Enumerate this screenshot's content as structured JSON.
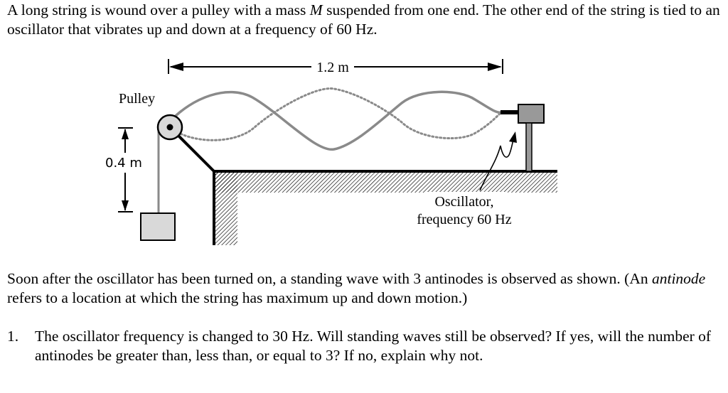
{
  "intro": {
    "part1": "A long string is wound over a pulley with a mass ",
    "mass_symbol": "M",
    "part2": " suspended from one end.  The other end of the string is tied to an oscillator that vibrates up and down at a frequency of 60 Hz."
  },
  "figure": {
    "length_label": "1.2 m",
    "pulley_label": "Pulley",
    "height_label": "0.4 m",
    "oscillator_label_line1": "Oscillator,",
    "oscillator_label_line2": "frequency 60 Hz"
  },
  "observation": {
    "part1": "Soon after the oscillator has been turned on, a standing wave with 3 antinodes is observed as shown.  (An ",
    "antinode_word": "antinode",
    "part2": " refers to a location at which the string has maximum up and down motion.)"
  },
  "question": {
    "number": "1.",
    "text": "The oscillator frequency is changed to 30 Hz.  Will standing waves still be observed?  If yes, will the number of antinodes be greater than, less than, or equal to 3?  If no, explain why not."
  }
}
